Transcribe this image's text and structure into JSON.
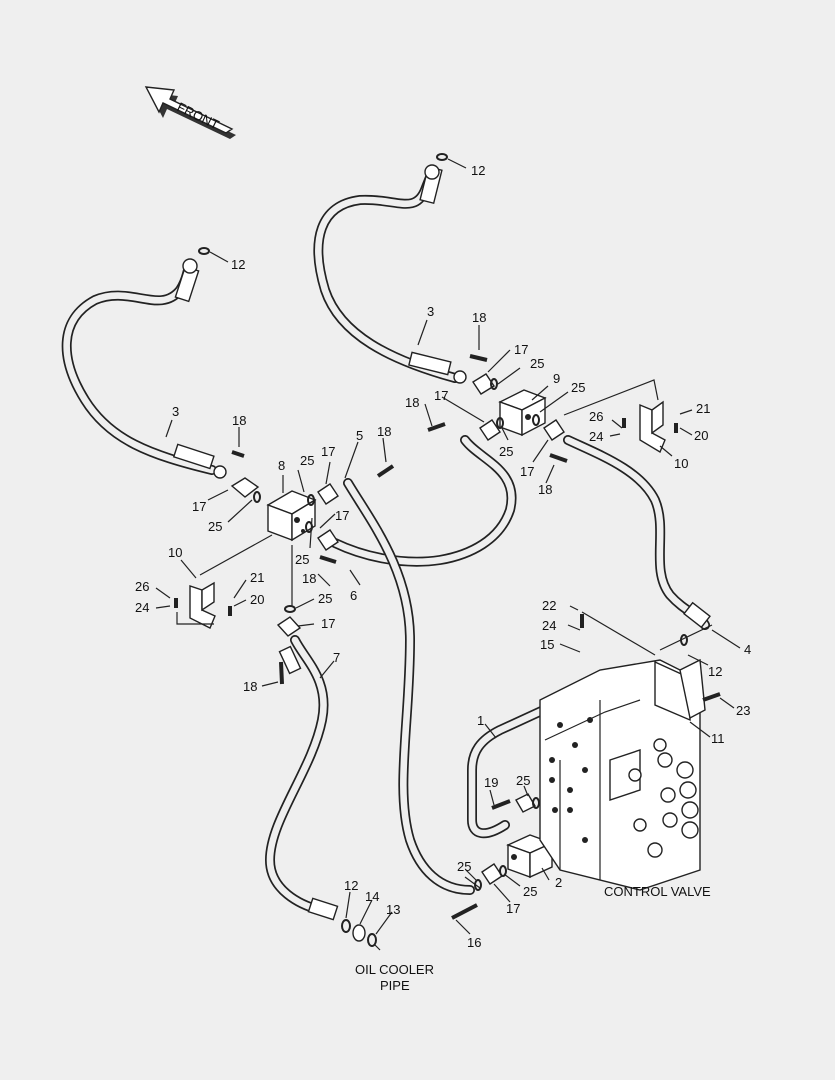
{
  "diagram": {
    "direction_label": "FRONT",
    "captions": {
      "control_valve": "CONTROL VALVE",
      "oil_cooler_line1": "OIL COOLER",
      "oil_cooler_line2": "PIPE"
    },
    "callouts": [
      {
        "id": "c12a",
        "text": "12"
      },
      {
        "id": "c12b",
        "text": "12"
      },
      {
        "id": "c12c",
        "text": "12"
      },
      {
        "id": "c12d",
        "text": "12"
      },
      {
        "id": "c3a",
        "text": "3"
      },
      {
        "id": "c3b",
        "text": "3"
      },
      {
        "id": "c18a",
        "text": "18"
      },
      {
        "id": "c18b",
        "text": "18"
      },
      {
        "id": "c18c",
        "text": "18"
      },
      {
        "id": "c18d",
        "text": "18"
      },
      {
        "id": "c18e",
        "text": "18"
      },
      {
        "id": "c18f",
        "text": "18"
      },
      {
        "id": "c18g",
        "text": "18"
      },
      {
        "id": "c17a",
        "text": "17"
      },
      {
        "id": "c17b",
        "text": "17"
      },
      {
        "id": "c17c",
        "text": "17"
      },
      {
        "id": "c17d",
        "text": "17"
      },
      {
        "id": "c17e",
        "text": "17"
      },
      {
        "id": "c17f",
        "text": "17"
      },
      {
        "id": "c17g",
        "text": "17"
      },
      {
        "id": "c17h",
        "text": "17"
      },
      {
        "id": "c25a",
        "text": "25"
      },
      {
        "id": "c25b",
        "text": "25"
      },
      {
        "id": "c25c",
        "text": "25"
      },
      {
        "id": "c25d",
        "text": "25"
      },
      {
        "id": "c25e",
        "text": "25"
      },
      {
        "id": "c25f",
        "text": "25"
      },
      {
        "id": "c25g",
        "text": "25"
      },
      {
        "id": "c25h",
        "text": "25"
      },
      {
        "id": "c25i",
        "text": "25"
      },
      {
        "id": "c25j",
        "text": "25"
      },
      {
        "id": "c9",
        "text": "9"
      },
      {
        "id": "c8",
        "text": "8"
      },
      {
        "id": "c5",
        "text": "5"
      },
      {
        "id": "c6",
        "text": "6"
      },
      {
        "id": "c7",
        "text": "7"
      },
      {
        "id": "c4",
        "text": "4"
      },
      {
        "id": "c1",
        "text": "1"
      },
      {
        "id": "c2",
        "text": "2"
      },
      {
        "id": "c10a",
        "text": "10"
      },
      {
        "id": "c10b",
        "text": "10"
      },
      {
        "id": "c11",
        "text": "11"
      },
      {
        "id": "c13",
        "text": "13"
      },
      {
        "id": "c14",
        "text": "14"
      },
      {
        "id": "c15",
        "text": "15"
      },
      {
        "id": "c16",
        "text": "16"
      },
      {
        "id": "c19",
        "text": "19"
      },
      {
        "id": "c20a",
        "text": "20"
      },
      {
        "id": "c20b",
        "text": "20"
      },
      {
        "id": "c21a",
        "text": "21"
      },
      {
        "id": "c21b",
        "text": "21"
      },
      {
        "id": "c22",
        "text": "22"
      },
      {
        "id": "c23",
        "text": "23"
      },
      {
        "id": "c24a",
        "text": "24"
      },
      {
        "id": "c24b",
        "text": "24"
      },
      {
        "id": "c24c",
        "text": "24"
      },
      {
        "id": "c26a",
        "text": "26"
      },
      {
        "id": "c26b",
        "text": "26"
      }
    ]
  }
}
